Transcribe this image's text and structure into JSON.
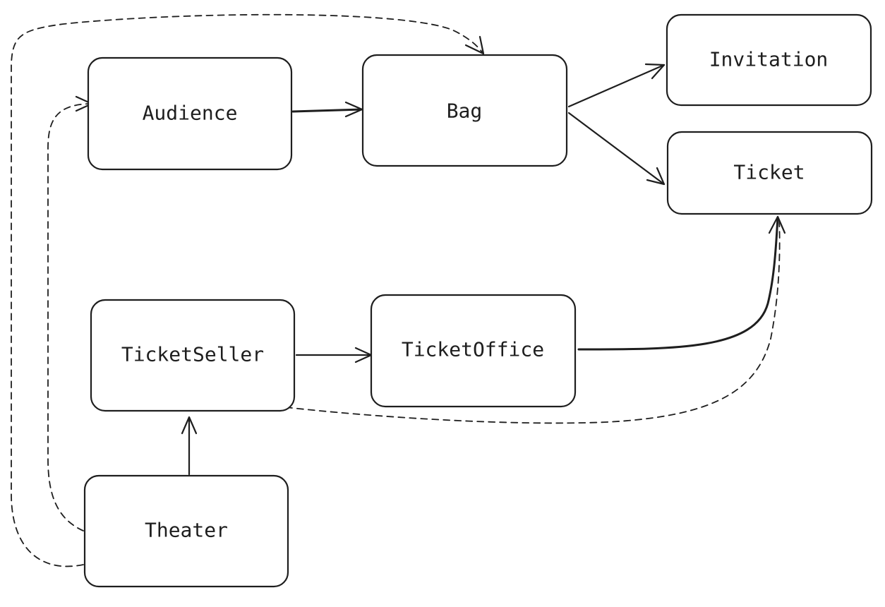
{
  "diagram": {
    "nodes": {
      "audience": "Audience",
      "bag": "Bag",
      "invitation": "Invitation",
      "ticket": "Ticket",
      "ticketseller": "TicketSeller",
      "ticketoffice": "TicketOffice",
      "theater": "Theater"
    },
    "edges": [
      {
        "from": "Audience",
        "to": "Bag",
        "style": "solid"
      },
      {
        "from": "Bag",
        "to": "Invitation",
        "style": "solid"
      },
      {
        "from": "Bag",
        "to": "Ticket",
        "style": "solid"
      },
      {
        "from": "TicketSeller",
        "to": "TicketOffice",
        "style": "solid"
      },
      {
        "from": "TicketOffice",
        "to": "Ticket",
        "style": "solid"
      },
      {
        "from": "Theater",
        "to": "TicketSeller",
        "style": "solid"
      },
      {
        "from": "Theater",
        "to": "Audience",
        "style": "dashed"
      },
      {
        "from": "Theater",
        "to": "Bag",
        "style": "dashed"
      },
      {
        "from": "TicketSeller",
        "to": "Ticket",
        "style": "dashed"
      }
    ],
    "colors": {
      "stroke": "#1e1e1e",
      "background": "#ffffff"
    }
  }
}
